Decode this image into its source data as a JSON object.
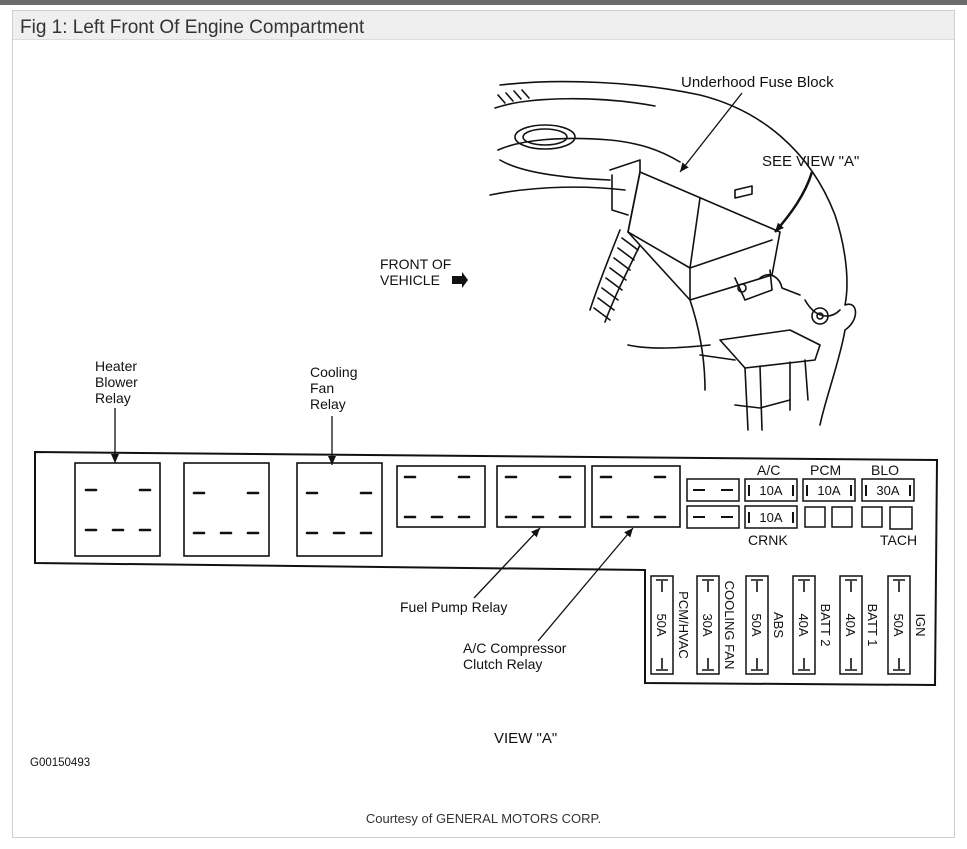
{
  "caption": "Fig 1: Left Front Of Engine Compartment",
  "courtesy": "Courtesy of GENERAL MOTORS CORP.",
  "figure_id": "G00150493",
  "view_label": "VIEW \"A\"",
  "top_view": {
    "fuse_block_label": "Underhood Fuse Block",
    "see_view_label": "SEE VIEW \"A\"",
    "front_line1": "FRONT OF",
    "front_line2": "VEHICLE"
  },
  "relays": {
    "heater": [
      "Heater",
      "Blower",
      "Relay"
    ],
    "cooling": [
      "Cooling",
      "Fan",
      "Relay"
    ],
    "fuel_pump": "Fuel Pump Relay",
    "ac_compressor": [
      "A/C Compressor",
      "Clutch Relay"
    ]
  },
  "mini_fuses": {
    "ac": {
      "label": "A/C",
      "rating": "10A"
    },
    "pcm": {
      "label": "PCM",
      "rating": "10A"
    },
    "blo": {
      "label": "BLO",
      "rating": "30A"
    },
    "crnk": {
      "label": "CRNK",
      "rating": "10A"
    },
    "tach": {
      "label": "TACH"
    }
  },
  "maxi_fuses": [
    {
      "rating": "50A",
      "name": "PCM/HVAC"
    },
    {
      "rating": "30A",
      "name": "COOLING FAN"
    },
    {
      "rating": "50A",
      "name": "ABS"
    },
    {
      "rating": "40A",
      "name": "BATT 2"
    },
    {
      "rating": "40A",
      "name": "BATT 1"
    },
    {
      "rating": "50A",
      "name": "IGN"
    }
  ]
}
